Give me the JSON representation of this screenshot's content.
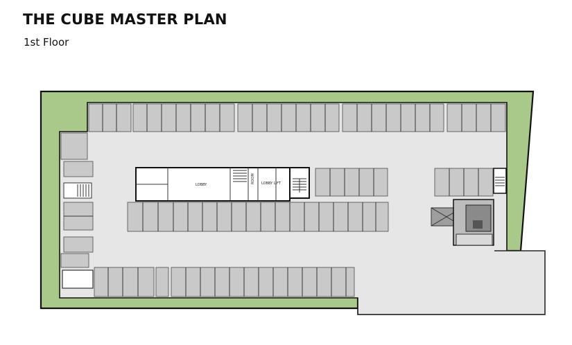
{
  "header": {
    "title": "THE CUBE MASTER PLAN",
    "subtitle": "1st Floor"
  },
  "rooms": {
    "lobby": "LOBBY",
    "lobby_lift": "LOBBY\nLIFT",
    "room_small": "ROOM"
  },
  "colors": {
    "lawn": "#a9c98a",
    "paving": "#e6e6e6",
    "stall": "#c9c9c9",
    "outline": "#111111"
  }
}
